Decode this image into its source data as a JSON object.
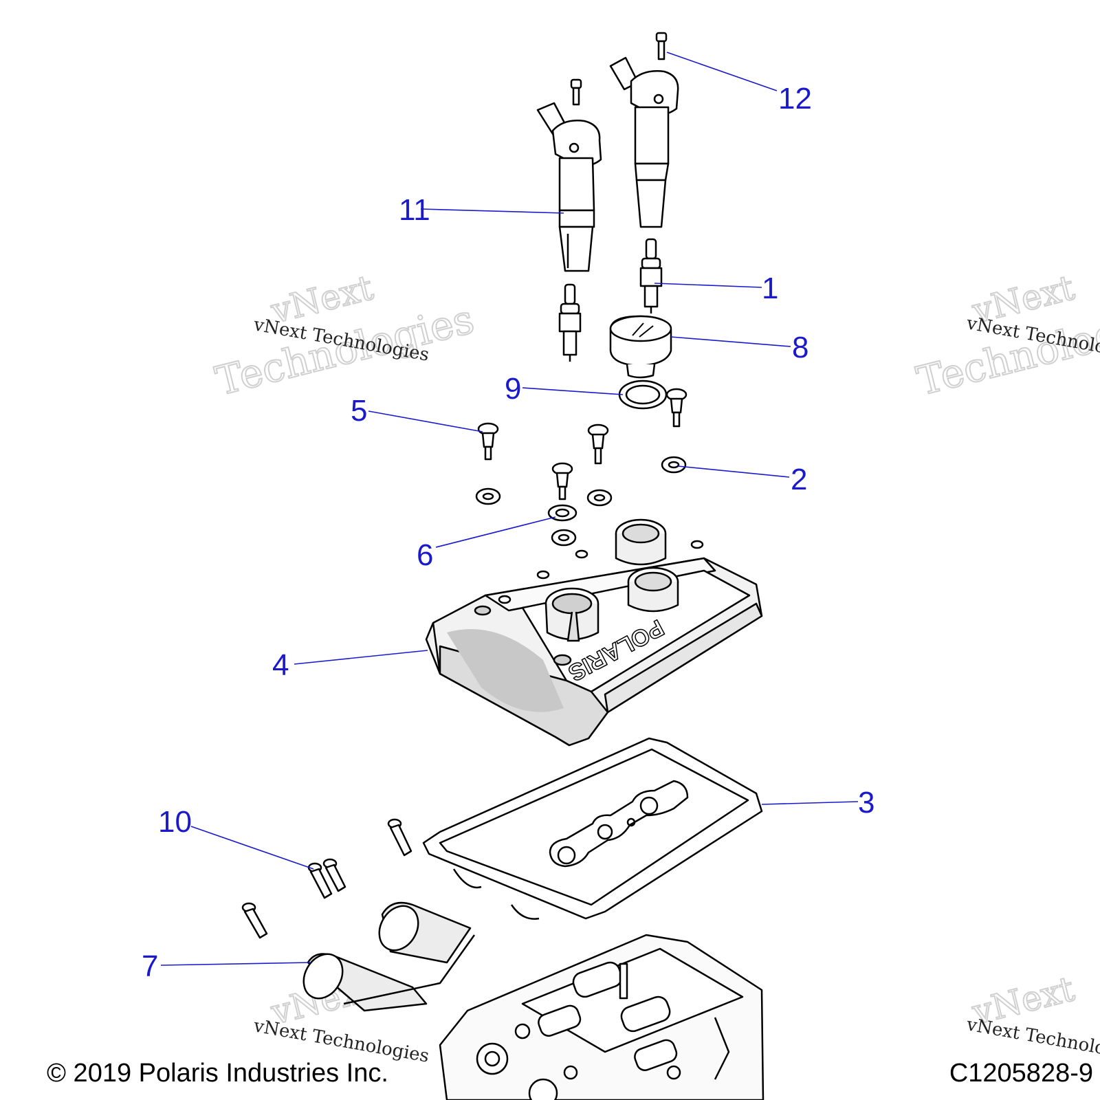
{
  "callouts": [
    "1",
    "2",
    "3",
    "4",
    "5",
    "6",
    "7",
    "8",
    "9",
    "10",
    "11",
    "12"
  ],
  "callout_color": "#1a1acc",
  "line_color": "#000000",
  "watermark": {
    "line1": "vNext",
    "line2": "Technologies",
    "line3": "vNext Technologies"
  },
  "footer": {
    "copyright": "© 2019 Polaris Industries Inc.",
    "figure_code": "C1205828-9"
  }
}
